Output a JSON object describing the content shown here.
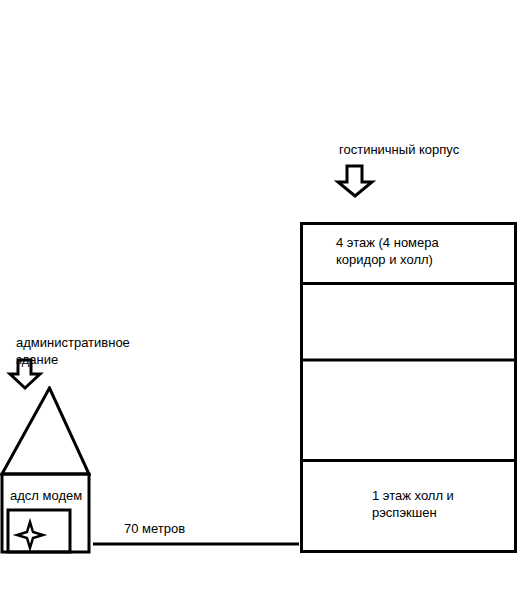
{
  "diagram": {
    "nodes": [
      {
        "text": [
          "гостиничный корпус"
        ]
      },
      {
        "text": [
          "4 этаж (4 номера коридор и холл)"
        ],
        "in": 0
      },
      {
        "text": [
          "1 этаж холл и рэспэкшен"
        ],
        "in": 0
      },
      {
        "text": [
          "административное здание",
          "адсл модем"
        ]
      }
    ],
    "edges": [
      {
        "from": 3,
        "to": 0,
        "label": "70 метров",
        "arrow": "none"
      }
    ]
  }
}
